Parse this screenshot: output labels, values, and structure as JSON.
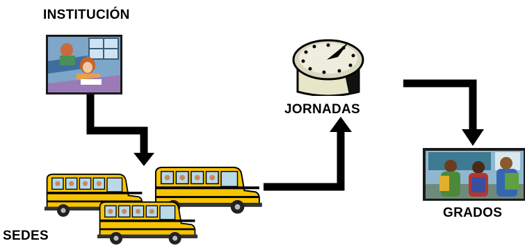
{
  "nodes": {
    "institucion": "INSTITUCIÓN",
    "jornadas": "JORNADAS",
    "grados": "GRADOS",
    "sedes": "SEDES"
  },
  "illustrations": {
    "institucion": "classroom-clipart",
    "jornadas": "clock-clipart",
    "grados": "students-clipart",
    "sedes": "school-buses-clipart"
  },
  "colors": {
    "arrow": "#000000",
    "bus_yellow": "#f7c400",
    "frame": "#000000"
  }
}
